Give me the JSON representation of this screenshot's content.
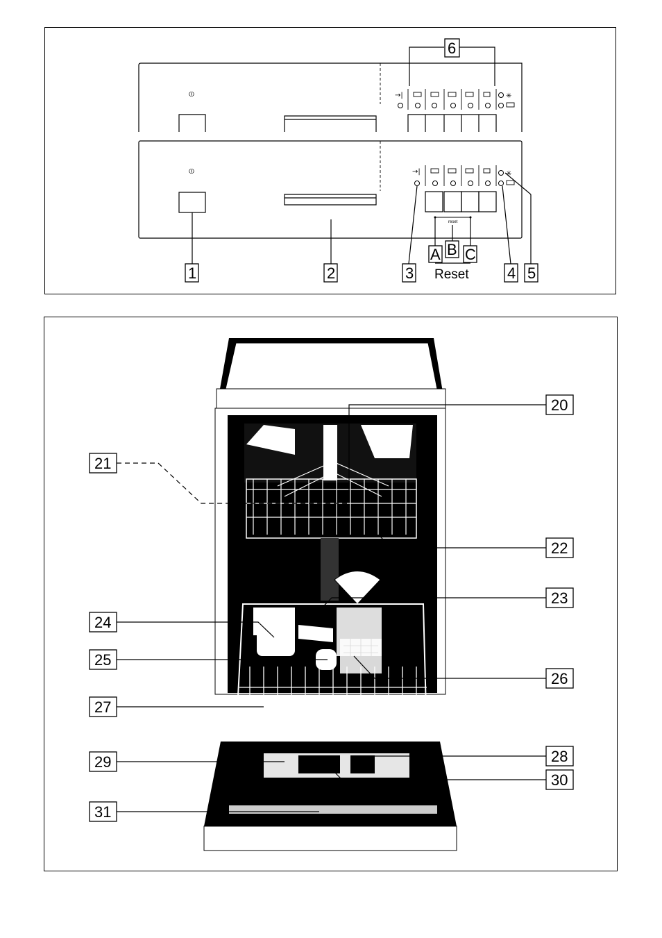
{
  "panel": {
    "callouts": {
      "c1": "1",
      "c2": "2",
      "c3": "3",
      "c4": "4",
      "c5": "5",
      "c6": "6",
      "cA": "A",
      "cB": "B",
      "cC": "C"
    },
    "reset_small": "reset",
    "reset_label": "Reset",
    "power_symbol_top": "⏼",
    "power_symbol_bottom": "⏼"
  },
  "machine": {
    "callouts": {
      "c20": "20",
      "c21": "21",
      "c22": "22",
      "c23": "23",
      "c24": "24",
      "c25": "25",
      "c26": "26",
      "c27": "27",
      "c28": "28",
      "c29": "29",
      "c30": "30",
      "c31": "31"
    }
  },
  "icons": {
    "program_buttons": [
      "start-arrow-icon",
      "pot-icon",
      "dish-icon",
      "eco-icon",
      "gentle-icon",
      "prerinse-icon"
    ],
    "indicators": [
      "rinse-aid-icon",
      "salt-icon"
    ]
  },
  "colors": {
    "ink": "#000000",
    "paper": "#ffffff"
  }
}
